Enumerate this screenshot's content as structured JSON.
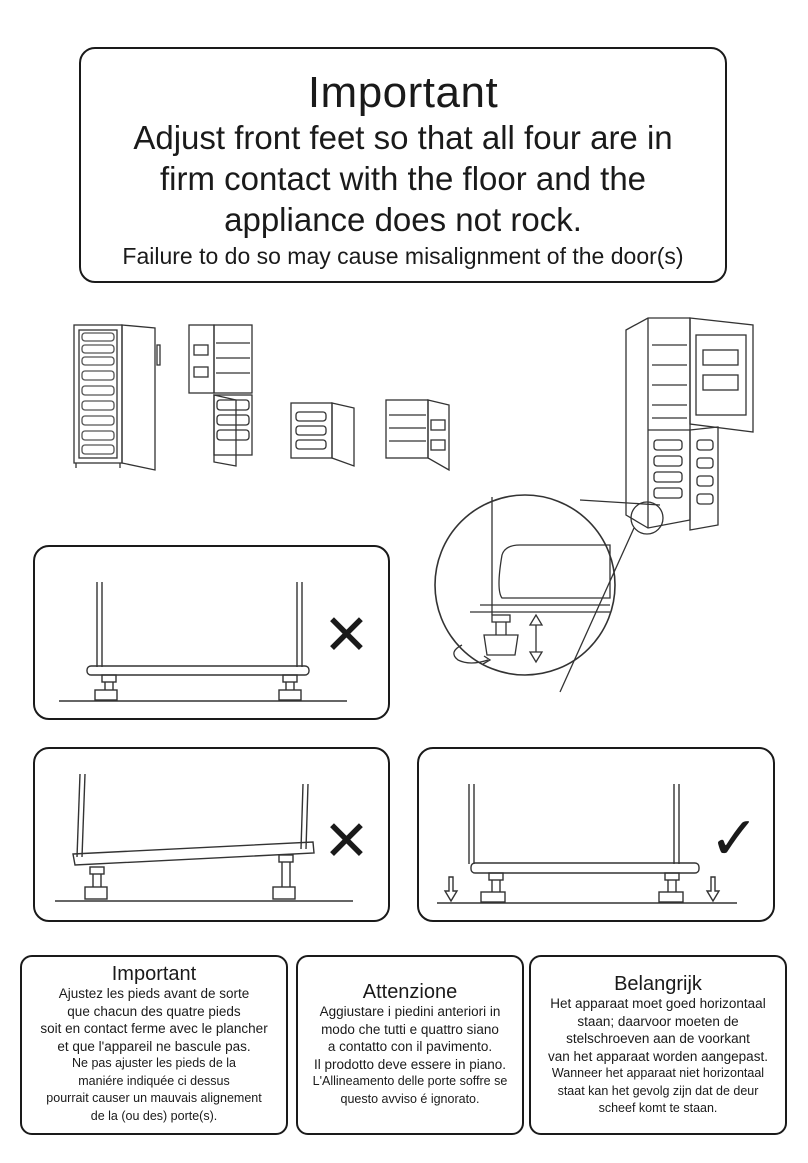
{
  "header": {
    "title": "Important",
    "lines": [
      "Adjust front feet so that all four are in",
      "firm contact with the floor and the",
      "appliance does not rock."
    ],
    "note": "Failure to do so may cause misalignment of the door(s)"
  },
  "panels": {
    "wrong_1_mark": "✕",
    "wrong_2_mark": "✕",
    "correct_mark": "✓"
  },
  "notes": {
    "french": {
      "title": "Important",
      "lines": [
        "Ajustez les pieds avant de sorte",
        "que chacun des quatre pieds",
        "soit en contact ferme avec le plancher",
        "et que l'appareil ne bascule pas.",
        "Ne pas ajuster les pieds de la",
        "maniére indiquée ci dessus",
        "pourrait causer un mauvais alignement",
        "de la (ou des) porte(s)."
      ]
    },
    "italian": {
      "title": "Attenzione",
      "lines": [
        "Aggiustare i piedini anteriori in",
        "modo che tutti e quattro siano",
        "a contatto con il pavimento.",
        "Il prodotto deve essere in piano.",
        "L'Allineamento delle porte soffre se",
        "questo avviso é ignorato."
      ]
    },
    "dutch": {
      "title": "Belangrijk",
      "lines": [
        "Het apparaat moet goed horizontaal",
        "staan; daarvoor moeten de",
        "stelschroeven aan de voorkant",
        "van het apparaat worden aangepast.",
        "Wanneer het apparaat niet horizontaal",
        "staat kan het gevolg zijn dat de deur",
        "scheef komt te staan."
      ]
    }
  }
}
